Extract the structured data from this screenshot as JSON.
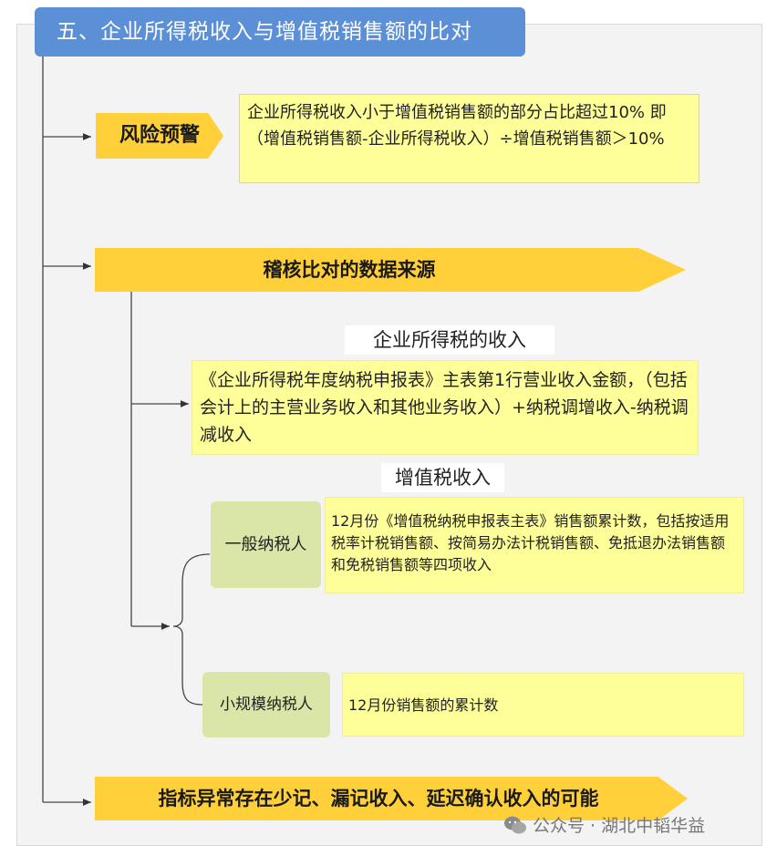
{
  "title": "五、企业所得税收入与增值税销售额的比对",
  "risk": {
    "label": "风险预警",
    "text": "企业所得税收入小于增值税销售额的部分占比超过10%  即（增值税销售额-企业所得税收入）÷增值税销售额＞10%"
  },
  "source": {
    "label": "稽核比对的数据来源",
    "cit_label": "企业所得税的收入",
    "cit_text": "《企业所得税年度纳税申报表》主表第1行营业收入金额，（包括会计上的主营业务收入和其他业务收入）+纳税调增收入-纳税调减收入",
    "vat_label": "增值税收入",
    "general": {
      "label": "一般纳税人",
      "text": "12月份《增值税纳税申报表主表》销售额累计数，包括按适用税率计税销售额、按简易办法计税销售额、免抵退办法销售额和免税销售额等四项收入"
    },
    "small": {
      "label": "小规模纳税人",
      "text": "12月份销售额的累计数"
    }
  },
  "conclusion": "指标异常存在少记、漏记收入、延迟确认收入的可能",
  "watermark": "公众号 · 湖北中韬华益",
  "colors": {
    "title_bg": "#5b8fd6",
    "chevron": "#ffd03a",
    "note_bg": "#ffff99",
    "taxpayer_bg": "#d9e6a8"
  }
}
